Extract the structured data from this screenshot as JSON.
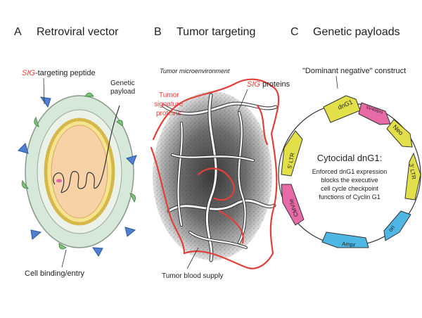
{
  "colors": {
    "red": "#e0403a",
    "outer_ring": "#d6e8da",
    "core": "#f6d2a6",
    "bead_ring": "#f2e07a",
    "blue_receptor": "#4f7fd0",
    "green_knob": "#7fc27c",
    "arrow_yellow": "#e2e04a",
    "arrow_pink": "#e66aa6",
    "arrow_blue": "#4fb7e3"
  },
  "panelA": {
    "letter": "A",
    "title": "Retroviral vector",
    "sig_italic": "SIG",
    "sig_rest": "-targeting peptide",
    "payload_line1": "Genetic",
    "payload_line2": "payload",
    "entry_label": "Cell binding/entry"
  },
  "panelB": {
    "letter": "B",
    "title": "Tumor targeting",
    "microenv": "Tumor microenvironment",
    "sig_italic": "SIG",
    "sig_rest": " proteins",
    "tsp_line1": "Tumor",
    "tsp_line2": "signature",
    "tsp_line3": "proteins",
    "blood": "Tumor blood supply"
  },
  "panelC": {
    "letter": "C",
    "title": "Genetic payloads",
    "construct": "\"Dominant negative\" construct",
    "center_title": "Cytocidal dnG1:",
    "center_l1": "Enforced dnG1 expression",
    "center_l2": "blocks the executive",
    "center_l3": "cell cycle checkpoint",
    "center_l4": "functions of Cyclin G1",
    "arrows": {
      "dng1": "dnG1",
      "svpro": "SV40/pro",
      "neo": "Neo",
      "ltr3": "3' LTR",
      "ori": "ori",
      "ampr": "Ampr",
      "cmv": "CMV/ie",
      "ltr5": "5' LTR"
    }
  }
}
